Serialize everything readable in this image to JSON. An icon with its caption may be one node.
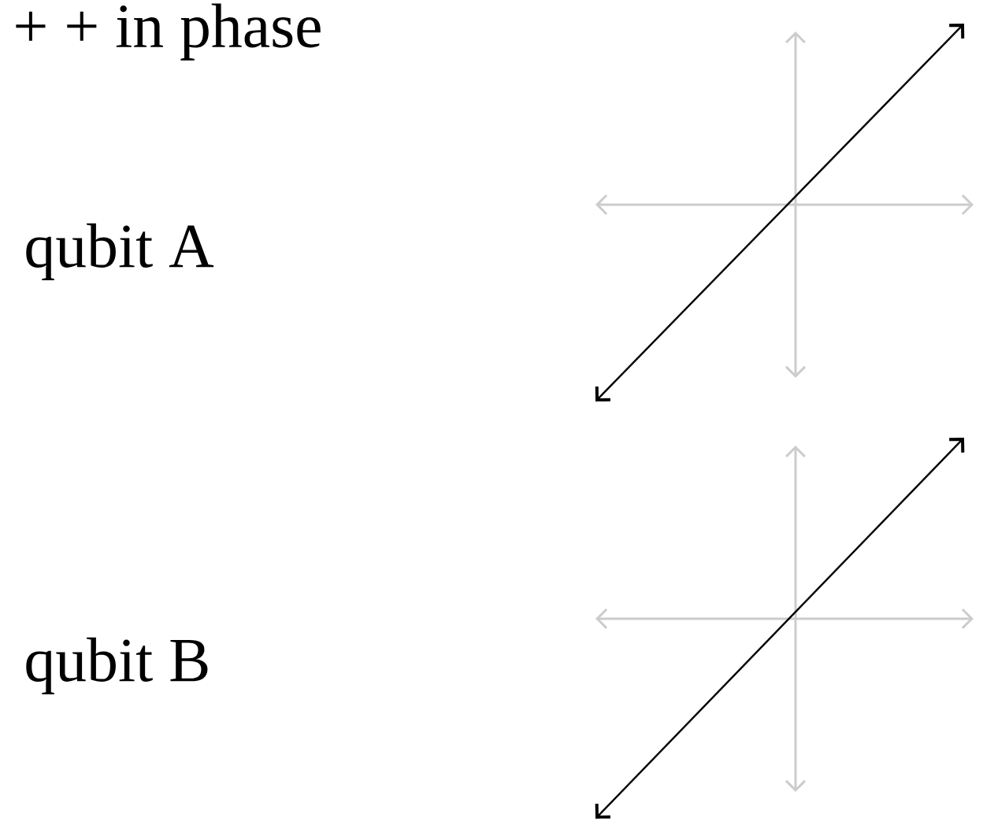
{
  "diagram": {
    "labels": [
      "+ + in phase",
      "qubit A",
      "qubit B"
    ]
  }
}
